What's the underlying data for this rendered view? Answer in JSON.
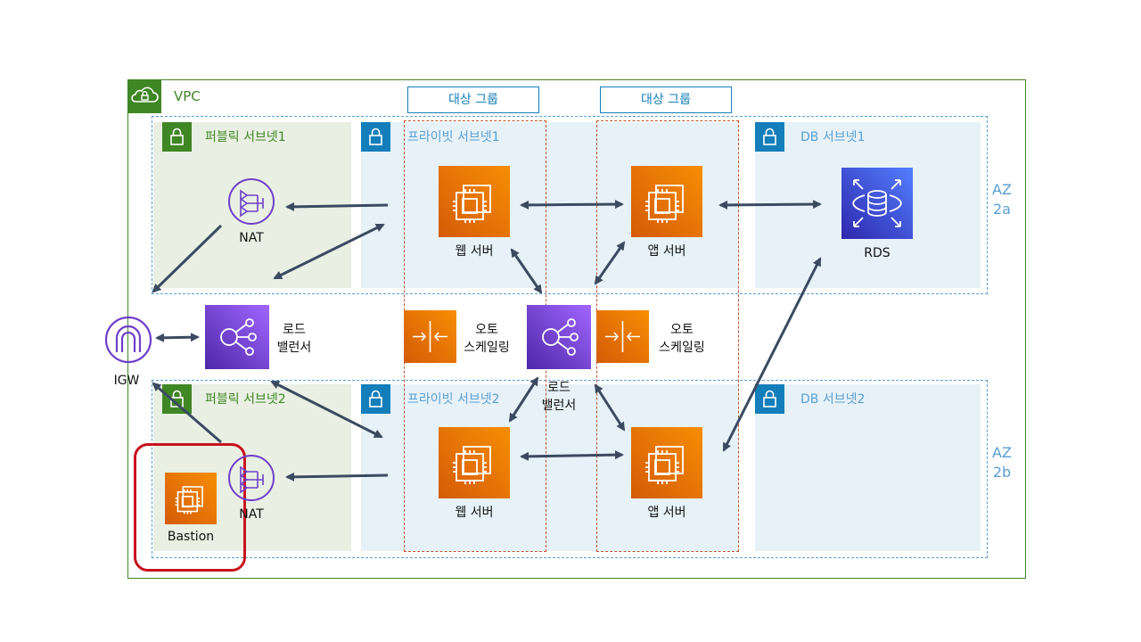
{
  "vpc": {
    "label": "VPC"
  },
  "target_groups": [
    "대상 그룹",
    "대상 그룹"
  ],
  "az": {
    "a": [
      "AZ",
      "2a"
    ],
    "b": [
      "AZ",
      "2b"
    ]
  },
  "subnets": {
    "public1": "퍼블릭 서브넷1",
    "public2": "퍼블릭 서브넷2",
    "private1": "프라이빗 서브넷1",
    "private2": "프라이빗 서브넷2",
    "db1": "DB 서브넷1",
    "db2": "DB 서브넷2"
  },
  "nodes": {
    "nat1": "NAT",
    "nat2": "NAT",
    "igw": "IGW",
    "lb_public": [
      "로드",
      "밸런서"
    ],
    "lb_internal": [
      "로드",
      "밸런서"
    ],
    "autoscaling_web": [
      "오토",
      "스케일링"
    ],
    "autoscaling_app": [
      "오토",
      "스케일링"
    ],
    "web1": "웹 서버",
    "web2": "웹 서버",
    "app1": "앱 서버",
    "app2": "앱 서버",
    "rds": "RDS",
    "bastion": "Bastion"
  },
  "colors": {
    "vpc_green": "#3f8624",
    "subnet_blue": "#147eba",
    "compute_orange": "#f78e04",
    "network_purple": "#8c4fff",
    "database_blue": "#527fff",
    "highlight_red": "#c7131f",
    "arrow": "#3b4a61"
  },
  "icons": {
    "vpc": "cloud-lock-icon",
    "subnet": "lock-icon",
    "nat": "nat-gateway-icon",
    "igw": "internet-gateway-icon",
    "ec2": "ec2-instance-icon",
    "elb": "load-balancer-icon",
    "autoscaling": "auto-scaling-icon",
    "rds": "rds-icon"
  }
}
